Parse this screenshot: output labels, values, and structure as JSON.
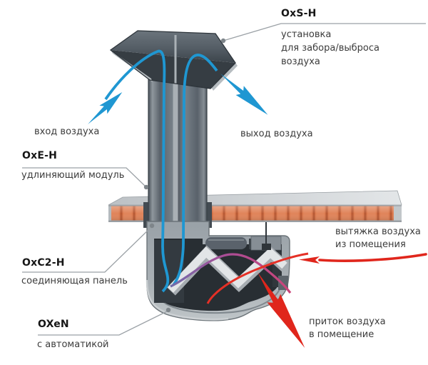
{
  "diagram": {
    "labels": {
      "roof_unit": {
        "title": "OxS-H",
        "desc": "установка\nдля забора/выброса\nвоздуха"
      },
      "air_in": {
        "text": "вход воздуха"
      },
      "air_out": {
        "text": "выход воздуха"
      },
      "extension": {
        "title": "OxE-H",
        "desc": "удлиняющий модуль"
      },
      "extract": {
        "text": "вытяжка воздуха\nиз помещения"
      },
      "panel": {
        "title": "OxC2-H",
        "desc": "соединяющая панель"
      },
      "main_unit": {
        "title": "OXeN",
        "desc": "с автоматикой"
      },
      "supply": {
        "text": "приток воздуха\nв помещение"
      }
    },
    "colors": {
      "fresh_air_blue": "#1F97D2",
      "room_air_red": "#E0261C",
      "recovered_air_purple": "#A94E97",
      "slab_brick": "#DD7C50"
    }
  }
}
